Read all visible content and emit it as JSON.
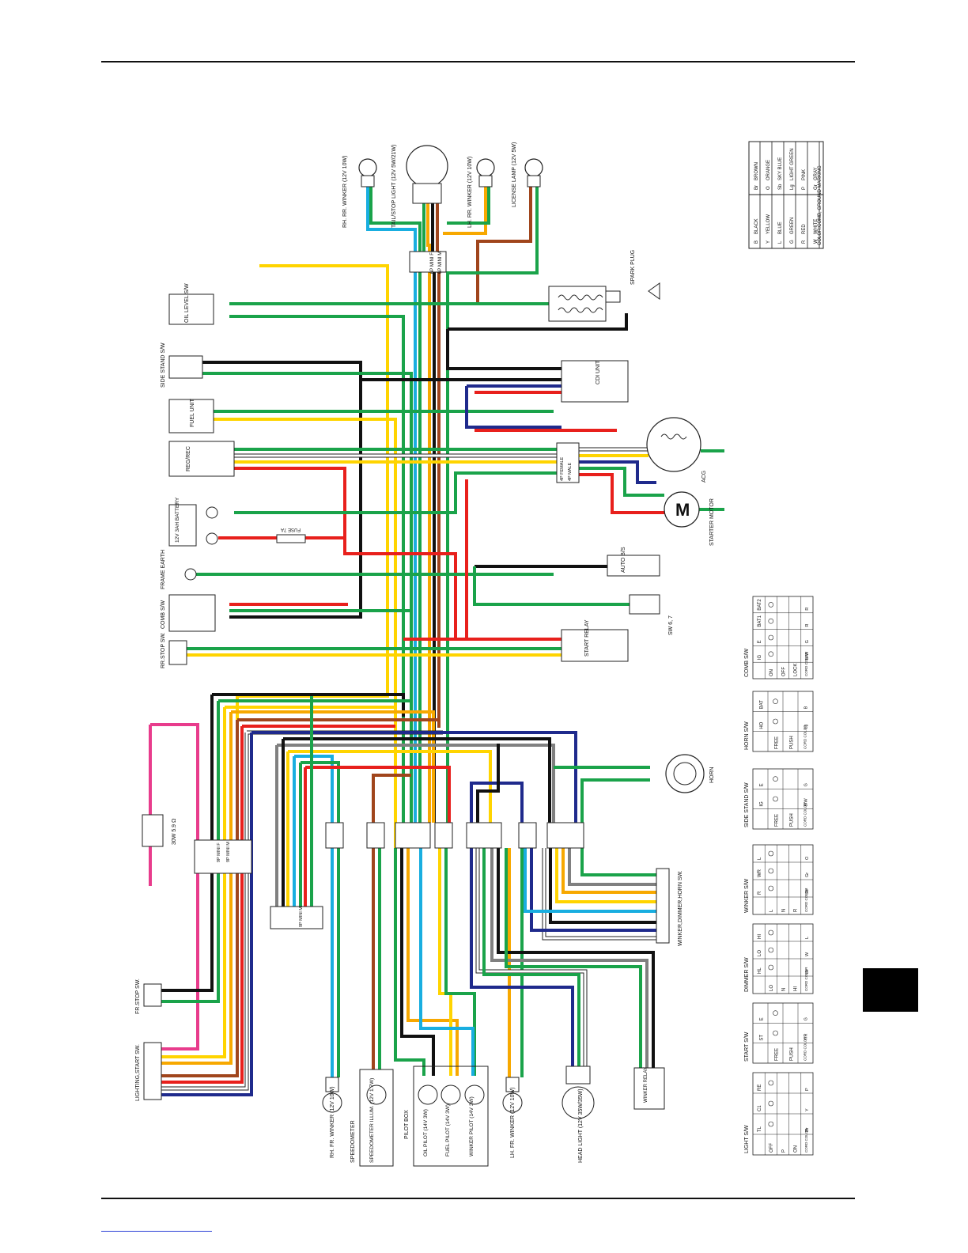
{
  "color_code_table": {
    "rows": [
      {
        "code": "B",
        "name": "BLACK"
      },
      {
        "code": "Y",
        "name": "YELLOW"
      },
      {
        "code": "L",
        "name": "BLUE"
      },
      {
        "code": "G",
        "name": "GREEN"
      },
      {
        "code": "R",
        "name": "RED"
      },
      {
        "code": "W",
        "name": "WHITE"
      },
      {
        "code": "Br",
        "name": "BROWN"
      },
      {
        "code": "O",
        "name": "ORANGE"
      },
      {
        "code": "Sb",
        "name": "SKY BLUE"
      },
      {
        "code": "Lg",
        "name": "LIGHT GREEN"
      },
      {
        "code": "P",
        "name": "PINK"
      },
      {
        "code": "Gr",
        "name": "GRAY"
      }
    ],
    "footer": "COLOR:COMB, GROUND MARKING"
  },
  "wire_colors": {
    "black": "#111111",
    "yellow": "#ffd400",
    "blue": "#1f2a8c",
    "green": "#1aa34a",
    "red": "#e8201c",
    "white": "#ffffff",
    "brown": "#a0451c",
    "orange": "#f7a800",
    "sky_blue": "#19aee0",
    "light_green": "#4cc36b",
    "pink": "#e83c8c",
    "gray": "#808080"
  },
  "components": {
    "rh_rr_winker": "RH. RR. WINKER (12V 10W)",
    "tail_stop_light": "TAIL/STOP LIGHT (12V 5W/21W)",
    "lh_rr_winker": "LH. RR. WINKER (12V 10W)",
    "license_lamp": "LICENSE LAMP (12V 5W)",
    "spark_plug": "SPARK PLUG",
    "oil_level_sw": "OIL LEVEL S/W",
    "side_stand_sw": "SIDE STAND S/W",
    "fuel_unit": "FUEL UNIT",
    "reg_rec": "REG/REC",
    "battery": "12V 3AH BATTERY",
    "fuse": "FUSE 7A",
    "frame_earth": "FRAME EARTH",
    "comb_sw": "COMB S/W",
    "rr_stop_sw": "RR.STOP SW.",
    "cdi_unit": "CDI UNIT",
    "acg": "ACG",
    "starter_motor": "STARTER MOTOR",
    "auto_bs": "AUTO B/S",
    "sw_6_7": "SW 6, 7",
    "start_relay": "START RELAY",
    "horn": "HORN",
    "resistor": "30W 5.9 Ω",
    "fr_stop_sw": "FR.STOP SW.",
    "lighting_start_sw": "LIGHTING,START SW.",
    "winker_dimmer_horn_sw": "WINKER,DIMMER,HORN SW.",
    "rh_fr_winker": "RH. FR. WINKER (12V 10W)",
    "speedometer": "SPEEDOMETER",
    "speedometer_illum": "SPEEDOMETER ILLUM. (12V 1.7W)",
    "pilot_box": "PILOT BOX",
    "oil_pilot": "OIL PILOT (14V 3W)",
    "fuel_pilot": "FUEL PILOT (14V 3W)",
    "winker_pilot": "WINKER PILOT (14V 3W)",
    "lh_fr_winker": "LH. FR. WINKER (12V 10W)",
    "head_light": "HEAD LIGHT (12V 35W/35W)",
    "winker_relay": "WINKER RELAY",
    "connector_6p_mini_m": "6P MINI M",
    "connector_6p_mini_f": "6P MINI F",
    "connector_9p_mini_m": "9P MINI M",
    "connector_9p_mini_f": "9P MINI F",
    "connector_4p_female": "4P FEMALE",
    "connector_4p_male": "4P MALE"
  },
  "switch_tables": {
    "comb_sw": {
      "title": "COMB S/W",
      "columns": [
        "IG",
        "E",
        "BAT1",
        "BAT2"
      ],
      "rows": [
        "ON",
        "OFF",
        "LOCK"
      ],
      "color_row": [
        "B/W",
        "G",
        "R",
        "R"
      ]
    },
    "horn_sw": {
      "title": "HORN S/W",
      "columns": [
        "HO",
        "BAT"
      ],
      "rows": [
        "FREE",
        "PUSH"
      ],
      "color_row": [
        "Lg",
        "B"
      ]
    },
    "side_stand_sw": {
      "title": "SIDE STAND S/W",
      "columns": [
        "IG",
        "E"
      ],
      "rows": [
        "FREE",
        "PUSH"
      ],
      "color_row": [
        "B/W",
        "G"
      ]
    },
    "winker_sw": {
      "title": "WINKER S/W",
      "columns": [
        "R",
        "WR",
        "L"
      ],
      "rows": [
        "L",
        "N",
        "R"
      ],
      "color_row": [
        "Sb",
        "Gr",
        "O"
      ]
    },
    "dimmer_sw": {
      "title": "DIMMER S/W",
      "columns": [
        "HL",
        "LO",
        "HI"
      ],
      "rows": [
        "LO",
        "N",
        "HI"
      ],
      "color_row": [
        "Br",
        "W",
        "L"
      ]
    },
    "start_sw": {
      "title": "START S/W",
      "columns": [
        "ST",
        "E"
      ],
      "rows": [
        "FREE",
        "PUSH"
      ],
      "color_row": [
        "Y/R",
        "G"
      ]
    },
    "light_sw": {
      "title": "LIGHT S/W",
      "columns": [
        "TL",
        "C1",
        "RE"
      ],
      "rows": [
        "OFF",
        "P",
        "ON"
      ],
      "color_row": [
        "Br",
        "Y",
        "P"
      ]
    },
    "color_label": "CORD COLOR"
  }
}
